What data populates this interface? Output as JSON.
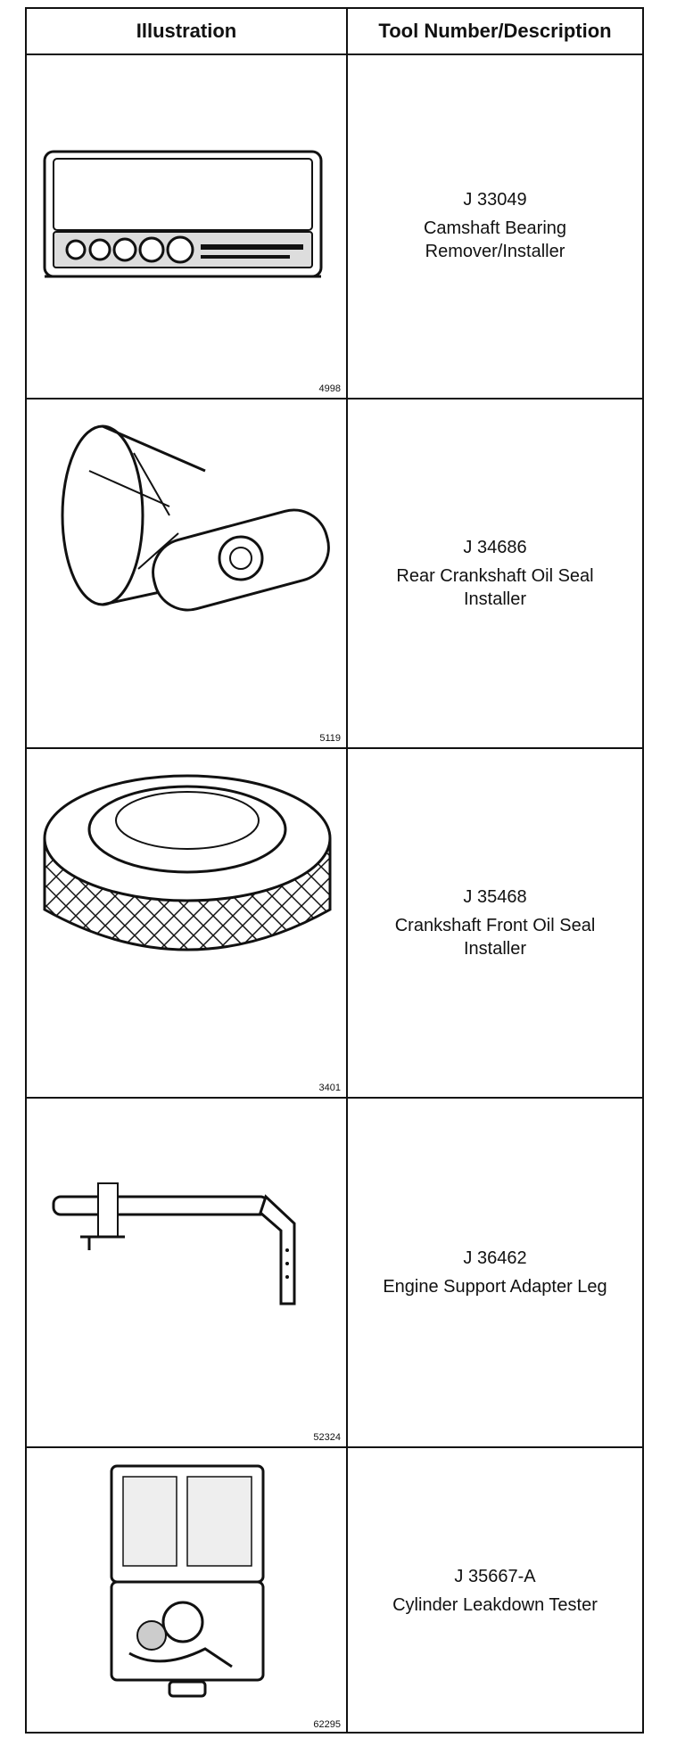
{
  "header": {
    "illustration": "Illustration",
    "tool": "Tool Number/Description"
  },
  "rows": [
    {
      "fig": "4998",
      "number": "J 33049",
      "line1": "Camshaft Bearing",
      "line2": "Remover/Installer"
    },
    {
      "fig": "5119",
      "number": "J 34686",
      "line1": "Rear Crankshaft Oil Seal",
      "line2": "Installer"
    },
    {
      "fig": "3401",
      "number": "J 35468",
      "line1": "Crankshaft Front Oil Seal",
      "line2": "Installer"
    },
    {
      "fig": "52324",
      "number": "J 36462",
      "line1": "Engine Support Adapter Leg",
      "line2": ""
    },
    {
      "fig": "62295",
      "number": "J 35667-A",
      "line1": "Cylinder Leakdown Tester",
      "line2": ""
    }
  ]
}
